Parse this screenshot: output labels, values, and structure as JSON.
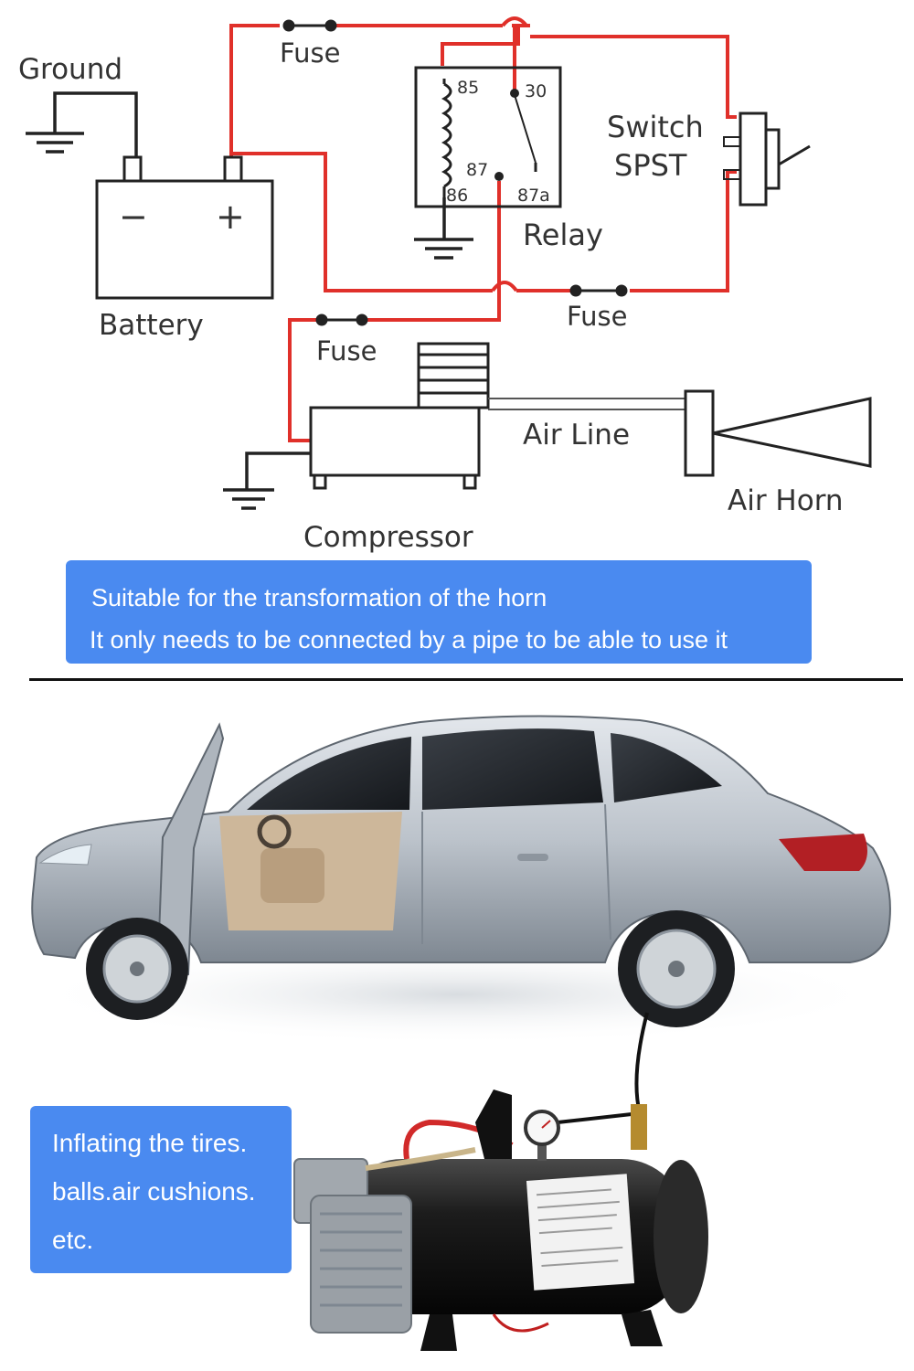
{
  "diagram": {
    "labels": {
      "ground": "Ground",
      "battery": "Battery",
      "battery_minus": "−",
      "battery_plus": "+",
      "fuse_top": "Fuse",
      "fuse_right": "Fuse",
      "fuse_left": "Fuse",
      "relay": "Relay",
      "pin_85": "85",
      "pin_30": "30",
      "pin_87": "87",
      "pin_86": "86",
      "pin_87a": "87a",
      "switch_line1": "Switch",
      "switch_line2": "SPST",
      "compressor": "Compressor",
      "air_line": "Air Line",
      "air_horn": "Air Horn"
    },
    "colors": {
      "wire": "#e0302a",
      "ink": "#222222",
      "air_line": "#555555"
    }
  },
  "callouts": {
    "top": {
      "line1": "Suitable for the transformation of the horn",
      "line2": "It only needs to be connected by a pipe to be able to use it"
    },
    "bottom": {
      "line1": "Inflating the tires.",
      "line2": "balls.air cushions.",
      "line3": "etc."
    }
  },
  "photo": {
    "subjects": [
      "car-icon",
      "air-compressor-icon",
      "pressure-gauge-icon"
    ],
    "colors": {
      "car_body": "#bcc3cb",
      "tank": "#1c1c1c",
      "motor": "#9aa0a6"
    }
  },
  "colors": {
    "callout_bg": "#4a8af0",
    "callout_text": "#ffffff",
    "divider": "#111111"
  }
}
